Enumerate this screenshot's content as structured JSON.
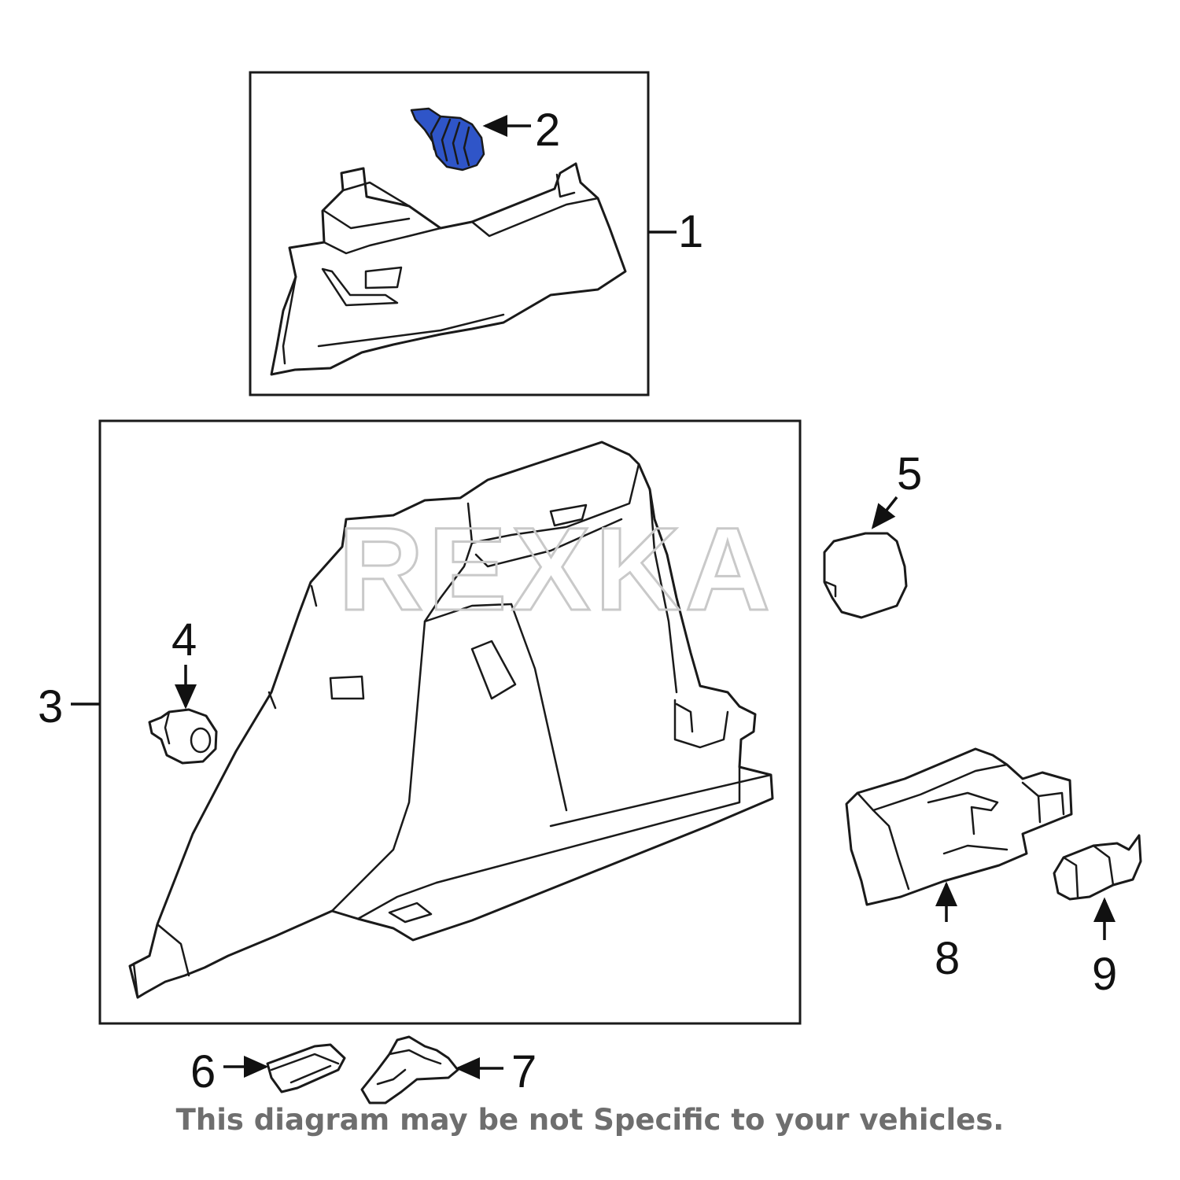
{
  "callouts": {
    "c1": "1",
    "c2": "2",
    "c3": "3",
    "c4": "4",
    "c5": "5",
    "c6": "6",
    "c7": "7",
    "c8": "8",
    "c9": "9"
  },
  "watermark": "REXKA",
  "disclaimer": "This diagram may be not Specific to your vehicles.",
  "colors": {
    "highlight_part": "#2f55c8",
    "line": "#1a1a1a",
    "watermark": "#c9c9c9",
    "disclaimer": "#6e6e6e"
  }
}
